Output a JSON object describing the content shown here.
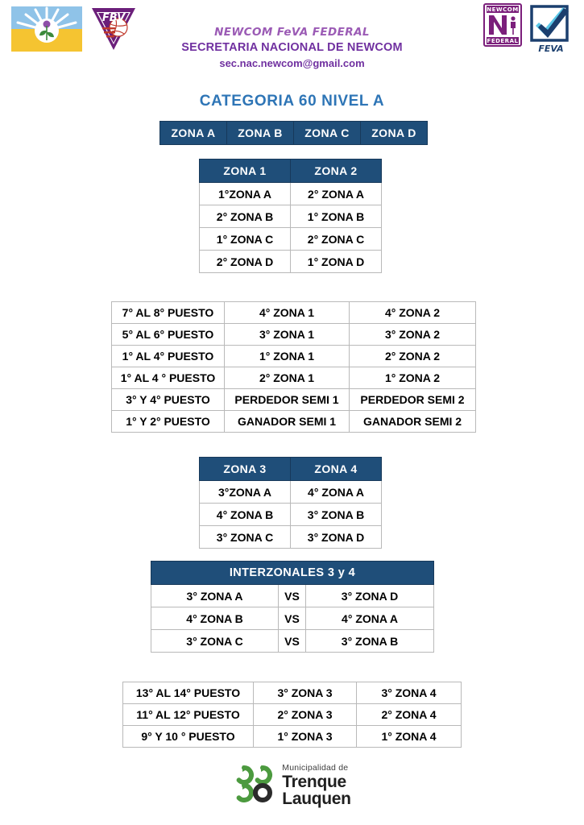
{
  "header": {
    "org_line1": "NEWCOM FeVA FEDERAL",
    "org_line2": "SECRETARIA NACIONAL DE NEWCOM",
    "email": "sec.nac.newcom@gmail.com",
    "logos": {
      "flag": "trenque-lauquen-flag-logo",
      "fbv": "FBV",
      "newcom_top": "NEWCOM",
      "newcom_bottom": "FEDERAL",
      "feva": "FEVA"
    },
    "colors": {
      "org_line1": "#9b5bb5",
      "org_line2": "#7030a0",
      "email": "#7030a0"
    }
  },
  "page_title": "CATEGORIA 60 NIVEL A",
  "title_color": "#2e75b6",
  "header_bar_color": "#1f4e79",
  "zona_band": [
    "ZONA  A",
    "ZONA B",
    "ZONA C",
    "ZONA D"
  ],
  "zona12": {
    "headers": [
      "ZONA 1",
      "ZONA  2"
    ],
    "rows": [
      [
        "1°ZONA A",
        "2° ZONA A"
      ],
      [
        "2° ZONA B",
        "1° ZONA B"
      ],
      [
        "1° ZONA C",
        "2° ZONA C"
      ],
      [
        "2° ZONA D",
        "1° ZONA D"
      ]
    ]
  },
  "puestos": {
    "rows": [
      [
        "7° AL 8° PUESTO",
        "4° ZONA 1",
        "4° ZONA 2"
      ],
      [
        "5° AL 6° PUESTO",
        "3° ZONA 1",
        "3° ZONA 2"
      ],
      [
        "1° AL 4° PUESTO",
        "1° ZONA 1",
        "2° ZONA 2"
      ],
      [
        "1° AL 4 ° PUESTO",
        "2° ZONA 1",
        "1° ZONA 2"
      ],
      [
        "3° Y 4° PUESTO",
        "PERDEDOR SEMI 1",
        "PERDEDOR SEMI 2"
      ],
      [
        "1° Y 2° PUESTO",
        "GANADOR SEMI 1",
        "GANADOR SEMI 2"
      ]
    ]
  },
  "zona34": {
    "headers": [
      "ZONA 3",
      "ZONA  4"
    ],
    "rows": [
      [
        "3°ZONA A",
        "4° ZONA A"
      ],
      [
        "4° ZONA B",
        "3° ZONA B"
      ],
      [
        "3° ZONA C",
        "3° ZONA D"
      ]
    ]
  },
  "interzonales": {
    "title": "INTERZONALES 3 y 4",
    "rows": [
      [
        "3° ZONA A",
        "VS",
        "3° ZONA D"
      ],
      [
        "4° ZONA B",
        "VS",
        "4° ZONA A"
      ],
      [
        "3° ZONA C",
        "VS",
        "3° ZONA B"
      ]
    ]
  },
  "puestos2": {
    "rows": [
      [
        "13° AL 14° PUESTO",
        "3° ZONA 3",
        "3° ZONA 4"
      ],
      [
        "11° AL 12° PUESTO",
        "2° ZONA 3",
        "2° ZONA 4"
      ],
      [
        "9° Y 10 ° PUESTO",
        "1° ZONA 3",
        "1° ZONA 4"
      ]
    ]
  },
  "footer": {
    "muni_small": "Municipalidad de",
    "muni_line1": "Trenque",
    "muni_line2": "Lauquen"
  }
}
